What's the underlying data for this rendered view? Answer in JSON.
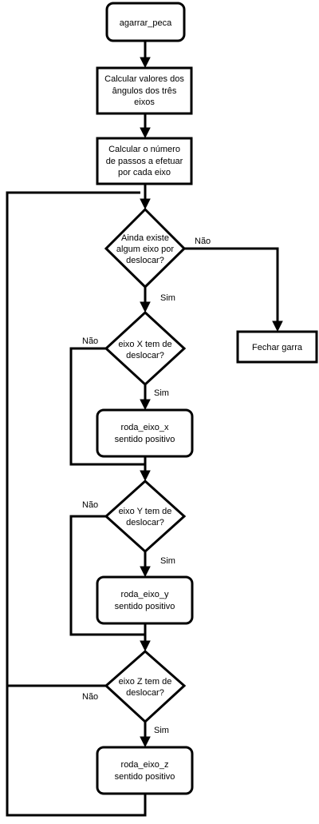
{
  "diagram": {
    "nodes": {
      "agarrar_peca": [
        "agarrar_peca"
      ],
      "calc_angulos": [
        "Calcular valores dos",
        "ângulos dos três",
        "eixos"
      ],
      "calc_passos": [
        "Calcular o número",
        "de passos a efetuar",
        "por cada eixo"
      ],
      "ainda_existe": [
        "Ainda existe",
        "algum eixo por",
        "deslocar?"
      ],
      "fechar_garra": [
        "Fechar garra"
      ],
      "eixo_x": [
        "eixo X tem de",
        "deslocar?"
      ],
      "roda_x": [
        "roda_eixo_x",
        "sentido positivo"
      ],
      "eixo_y": [
        "eixo Y tem de",
        "deslocar?"
      ],
      "roda_y": [
        "roda_eixo_y",
        "sentido positivo"
      ],
      "eixo_z": [
        "eixo Z tem de",
        "deslocar?"
      ],
      "roda_z": [
        "roda_eixo_z",
        "sentido positivo"
      ]
    },
    "edge_labels": {
      "ainda_nao": "Não",
      "ainda_sim": "Sim",
      "x_nao": "Não",
      "x_sim": "Sim",
      "y_nao": "Não",
      "y_sim": "Sim",
      "z_nao": "Não",
      "z_sim": "Sim"
    }
  }
}
